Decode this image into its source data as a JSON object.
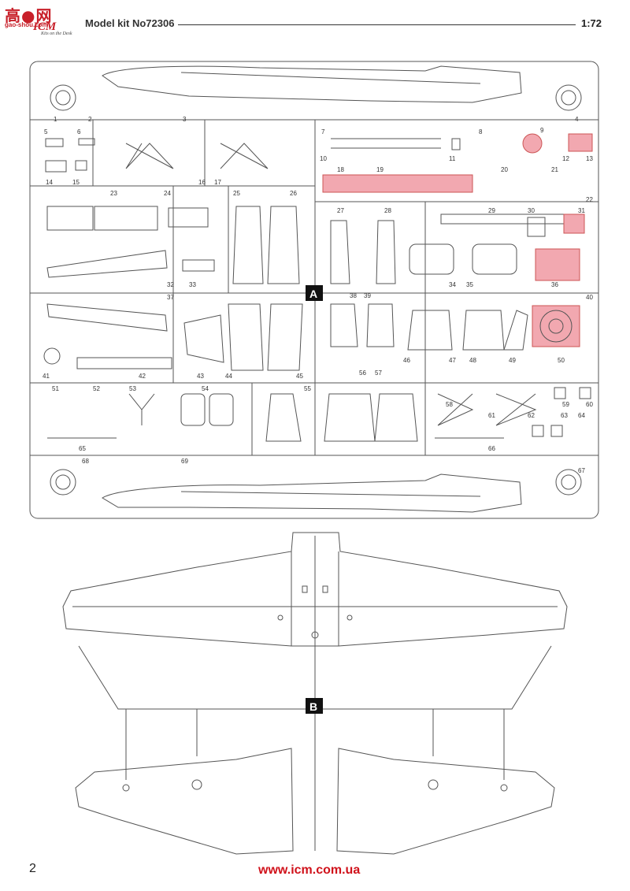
{
  "logo": {
    "brand": "ICM",
    "chinese": "高●网",
    "site": "gao-shou.com",
    "tagline": "Kits on the Desk"
  },
  "header": {
    "title": "Model kit No72306",
    "scale": "1:72"
  },
  "sprues": {
    "a_label": "A",
    "b_label": "B"
  },
  "part_numbers": [
    "1",
    "2",
    "3",
    "4",
    "5",
    "6",
    "7",
    "8",
    "9",
    "10",
    "11",
    "12",
    "13",
    "14",
    "15",
    "16",
    "17",
    "18",
    "19",
    "20",
    "21",
    "22",
    "23",
    "24",
    "25",
    "26",
    "27",
    "28",
    "29",
    "30",
    "31",
    "32",
    "33",
    "34",
    "35",
    "36",
    "37",
    "38",
    "39",
    "40",
    "41",
    "42",
    "43",
    "44",
    "45",
    "46",
    "47",
    "48",
    "49",
    "50",
    "51",
    "52",
    "53",
    "54",
    "55",
    "56",
    "57",
    "58",
    "59",
    "60",
    "61",
    "62",
    "63",
    "64",
    "65",
    "66",
    "67",
    "68",
    "69"
  ],
  "colors": {
    "highlight": "#f2a8b0",
    "brand_red": "#c8202a",
    "url_red": "#d0121b"
  },
  "footer": {
    "page": "2",
    "url": "www.icm.com.ua"
  }
}
